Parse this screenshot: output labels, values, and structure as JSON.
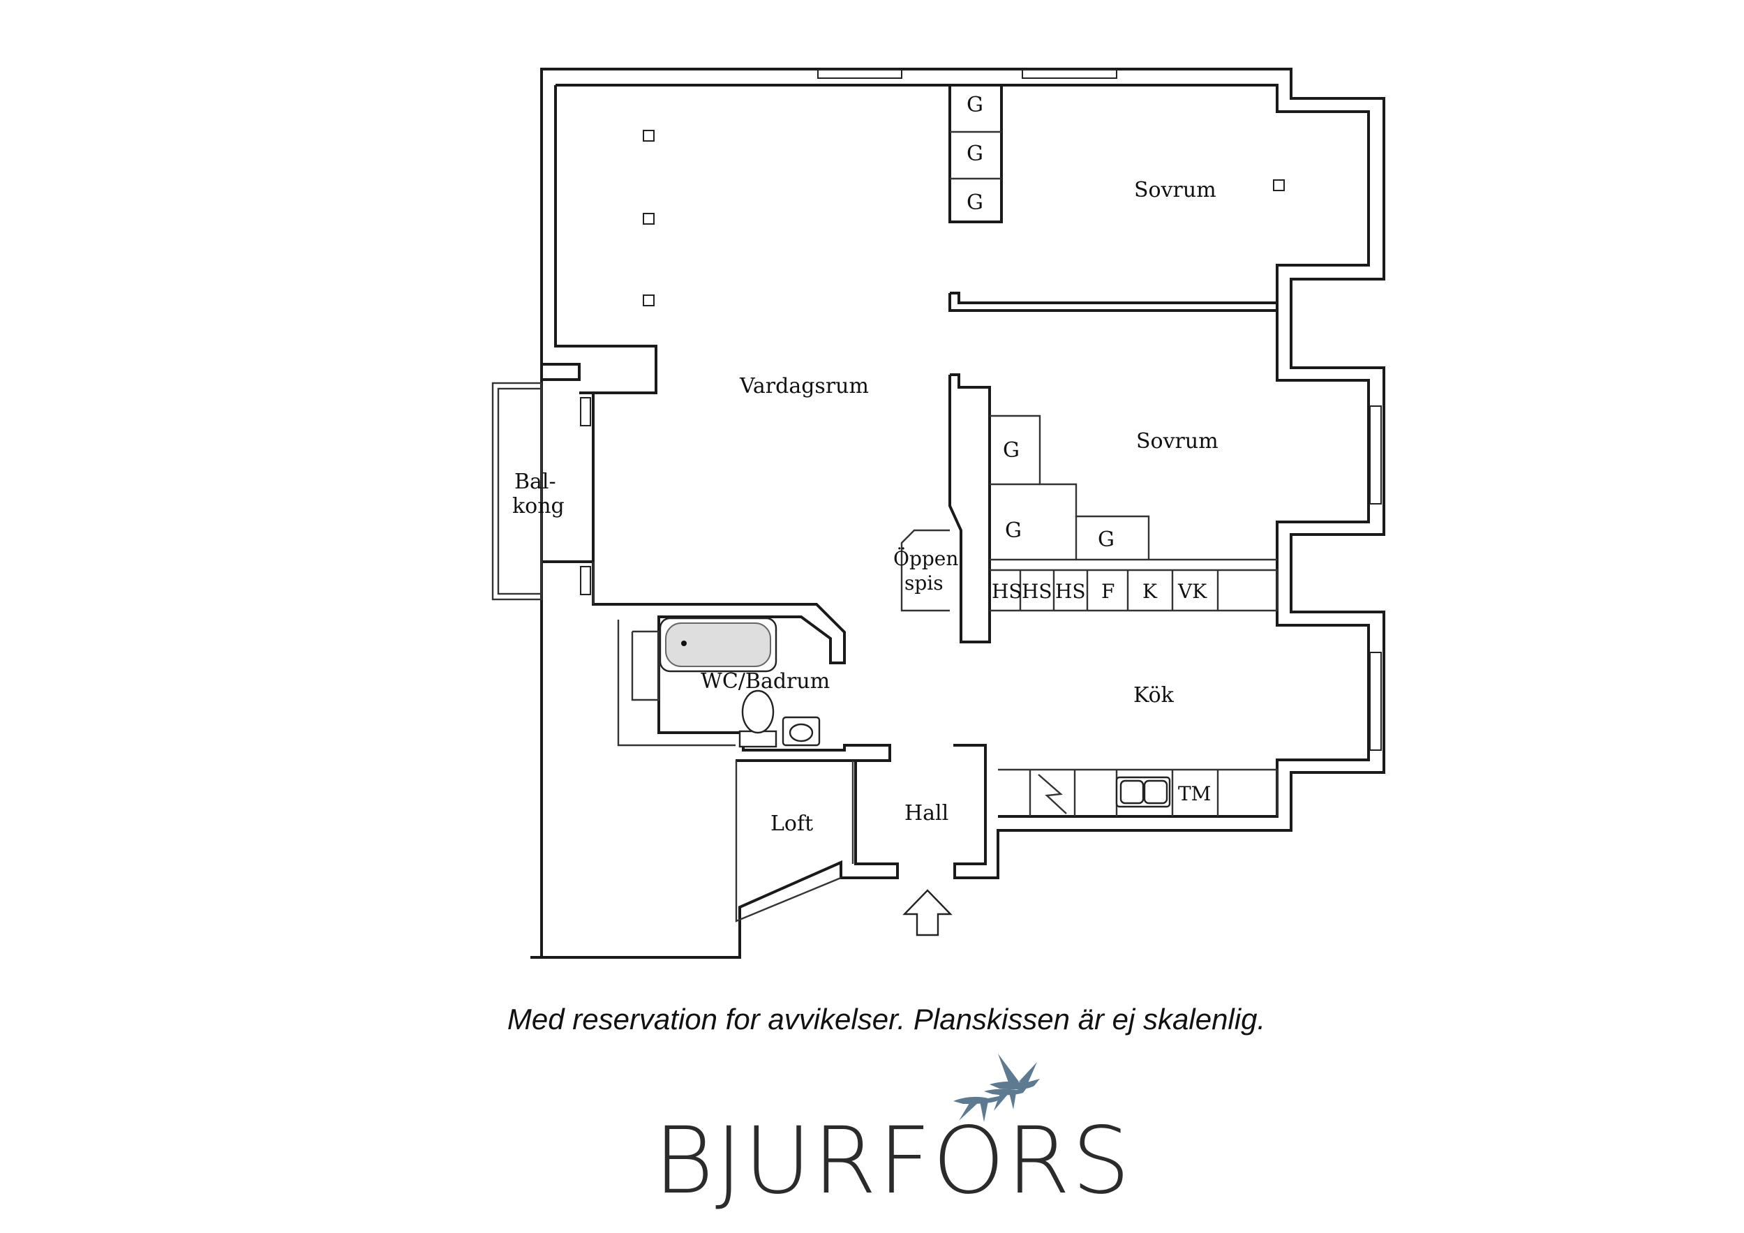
{
  "plan": {
    "rooms": {
      "vardagsrum": "Vardagsrum",
      "sovrum_1": "Sovrum",
      "sovrum_2": "Sovrum",
      "balkong_1": "Bal-",
      "balkong_2": "kong",
      "oppen_spis_1": "Öppen",
      "oppen_spis_2": "spis",
      "wc": "WC/Badrum",
      "kok": "Kök",
      "loft": "Loft",
      "hall": "Hall"
    },
    "closets": {
      "g1": "G",
      "g2": "G",
      "g3": "G",
      "g4": "G",
      "g5": "G",
      "g6": "G"
    },
    "cabinets": [
      "HS",
      "HS",
      "HS",
      "F",
      "K",
      "VK"
    ],
    "kitchen": {
      "tm": "TM"
    }
  },
  "footer": {
    "disclaimer": "Med reservation for avvikelser. Planskissen är ej skalenlig.",
    "brand": "BJURFORS",
    "brand_color": "#5d7a90"
  }
}
